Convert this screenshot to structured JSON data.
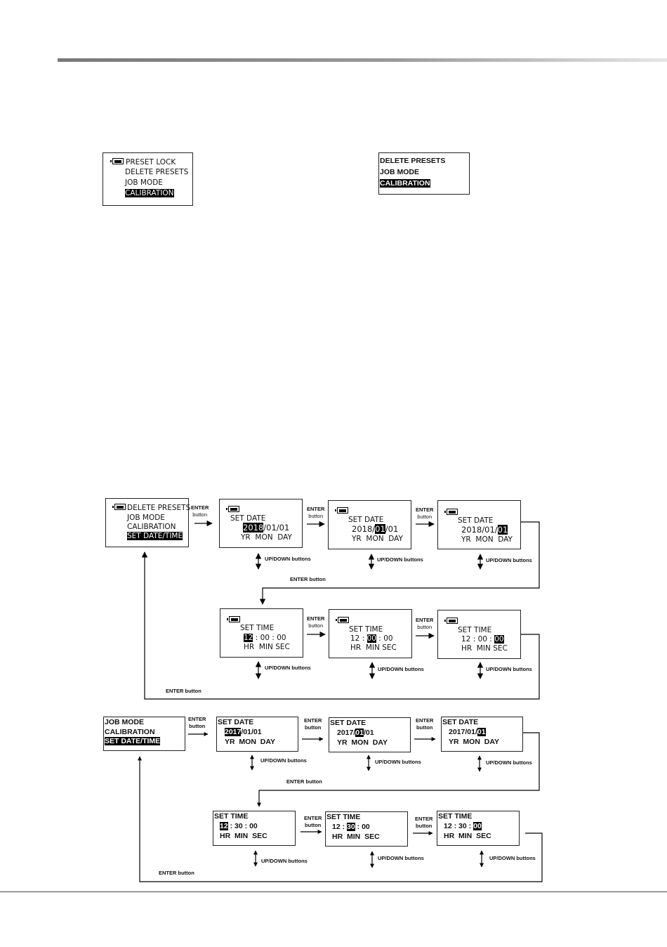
{
  "menu1": {
    "lines": [
      "PRESET LOCK",
      "DELETE PRESETS",
      "JOB MODE",
      "CALIBRATION"
    ]
  },
  "menu2": {
    "lines": [
      "DELETE PRESETS",
      "JOB MODE",
      "CALIBRATION"
    ]
  },
  "flow1": {
    "menu": [
      "DELETE PRESETS",
      "JOB MODE",
      "CALIBRATION",
      "SET DATE/TIME"
    ],
    "date_title": "SET DATE",
    "date_year": "2018",
    "date_month": "01",
    "date_day": "01",
    "date_units": "YR  MON  DAY",
    "time_title": "SET TIME",
    "time_hr": "12",
    "time_min": "00",
    "time_sec": "00",
    "time_units": "HR  MIN SEC"
  },
  "flow2": {
    "menu": [
      "JOB MODE",
      "CALIBRATION",
      "SET DATE/TIME"
    ],
    "date_title": "SET DATE",
    "date_year": "2017",
    "date_month": "01",
    "date_day": "01",
    "date_units": "YR  MON  DAY",
    "time_title": "SET TIME",
    "time_hr": "12",
    "time_min": "30",
    "time_sec": "00",
    "time_units": "HR  MIN  SEC"
  },
  "labels": {
    "enter": "ENTER",
    "button": "button",
    "enter_button": "ENTER button",
    "updown": "UP/DOWN  buttons"
  }
}
